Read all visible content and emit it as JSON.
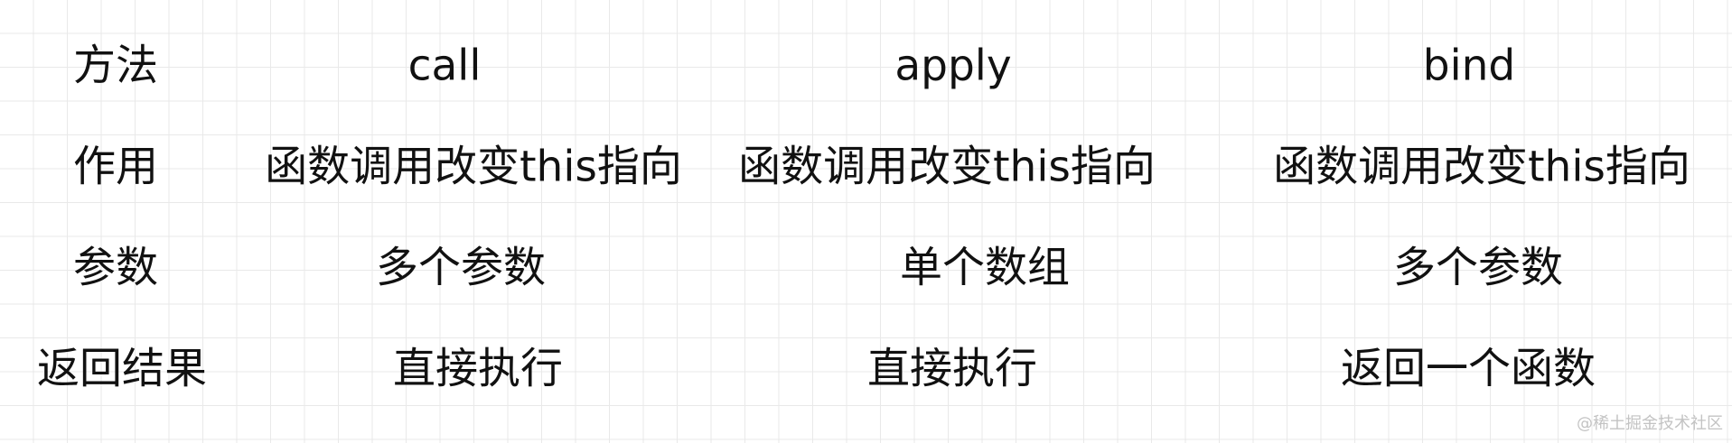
{
  "table": {
    "rows": [
      {
        "label": "方法",
        "call": "call",
        "apply": "apply",
        "bind": "bind"
      },
      {
        "label": "作用",
        "call": "函数调用改变this指向",
        "apply": "函数调用改变this指向",
        "bind": "函数调用改变this指向"
      },
      {
        "label": "参数",
        "call": "多个参数",
        "apply": "单个数组",
        "bind": "多个参数"
      },
      {
        "label": "返回结果",
        "call": "直接执行",
        "apply": "直接执行",
        "bind": "返回一个函数"
      }
    ]
  },
  "watermark": "@稀土掘金技术社区"
}
